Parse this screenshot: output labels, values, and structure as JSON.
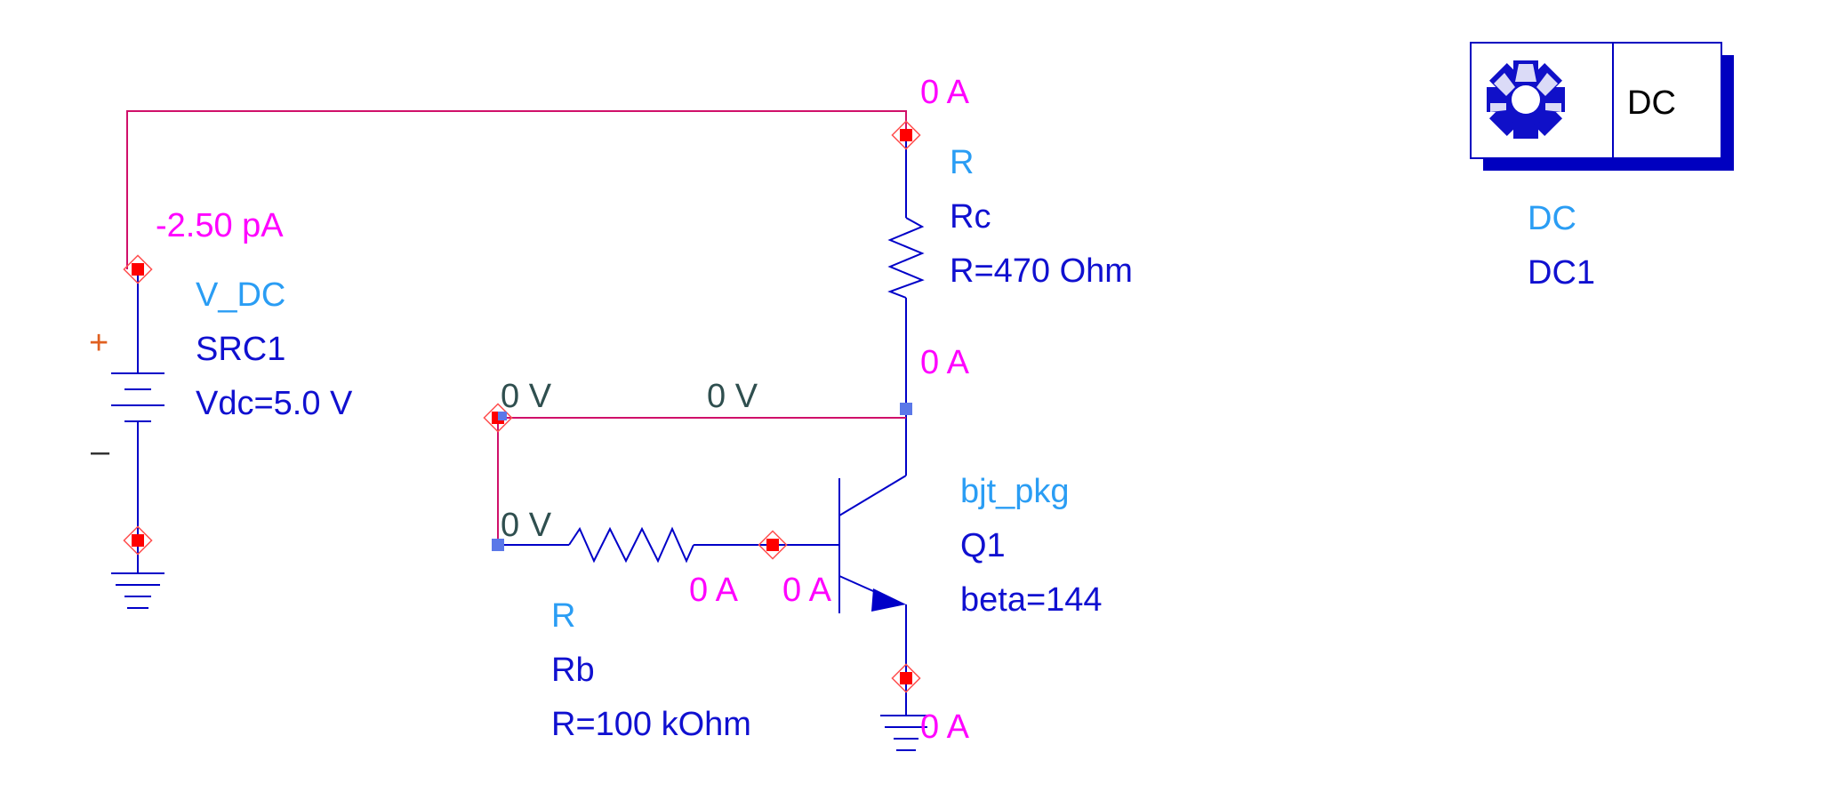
{
  "components": {
    "vsource": {
      "type": "V_DC",
      "instance": "SRC1",
      "param": "Vdc=5.0 V",
      "plus": "+",
      "minus": "–"
    },
    "rc": {
      "type": "R",
      "instance": "Rc",
      "param": "R=470 Ohm"
    },
    "rb": {
      "type": "R",
      "instance": "Rb",
      "param": "R=100 kOhm"
    },
    "bjt": {
      "type": "bjt_pkg",
      "instance": "Q1",
      "param": "beta=144"
    },
    "dc_sim": {
      "badge": "DC",
      "type": "DC",
      "instance": "DC1"
    }
  },
  "annotations": {
    "src_current": "-2.50 pA",
    "rc_top_current": "0 A",
    "rc_bottom_current": "0 A",
    "node_v_left": "0 V",
    "node_v_mid": "0 V",
    "rb_left_voltage": "0 V",
    "rb_current": "0 A",
    "base_current": "0 A",
    "emitter_current": "0 A"
  },
  "colors": {
    "component_type": "#2a9df4",
    "component_instance": "#1010d0",
    "current_annotation": "#ff00ff",
    "voltage_annotation": "#2f4f4f",
    "wire": "#0000c8",
    "node_wire": "#d0106a",
    "pin": "#ff0000"
  },
  "icons": {
    "dc_controller": "gear-icon"
  }
}
